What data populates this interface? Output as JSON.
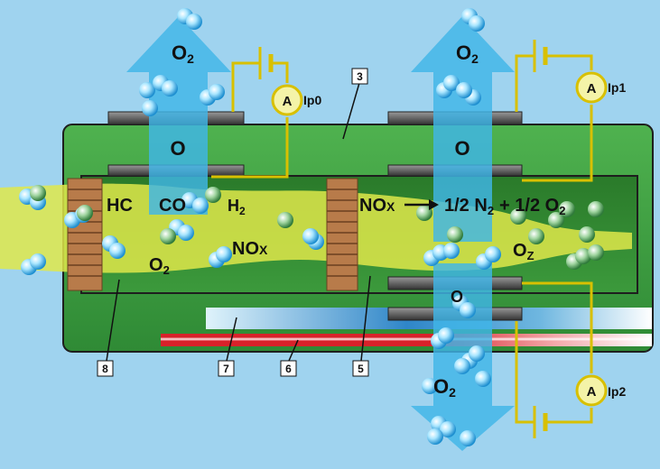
{
  "colors": {
    "background": "#9fd3ef",
    "sensor_body": "#3f9e3f",
    "sensor_cavity": "#2f7f2f",
    "gas_stream": "#d9e84a",
    "oxygen_flow": "#3fb6e8",
    "wire": "#d8c000",
    "heater_red": "#d8222a",
    "diffusion_barrier": "#b07a4a",
    "electrode": "#555555"
  },
  "labels": {
    "o2_top_left": "O",
    "o2_top_left_sub": "2",
    "o2_top_right": "O",
    "o2_top_right_sub": "2",
    "o2_bottom": "O",
    "o2_bottom_sub": "2",
    "o_ion_left": "O",
    "o_ion_right": "O",
    "o_ion_bottom": "O",
    "hc": "HC",
    "co": "CO",
    "h2": "H",
    "h2_sub": "2",
    "nox_left": "NO",
    "nox_left_sub": "X",
    "o2_cavity": "O",
    "o2_cavity_sub": "2",
    "reaction_nox": "NO",
    "reaction_nox_sub": "X",
    "reaction_rest": "1/2 N",
    "reaction_n2_sub": "2",
    "reaction_plus": "+ 1/2 O",
    "reaction_o2_sub": "2",
    "oz": "O",
    "oz_sub": "Z",
    "ammeter_symbol": "A",
    "ip0": "Ip0",
    "ip1": "Ip1",
    "ip2": "Ip2"
  },
  "callouts": [
    "3",
    "8",
    "7",
    "6",
    "5"
  ]
}
